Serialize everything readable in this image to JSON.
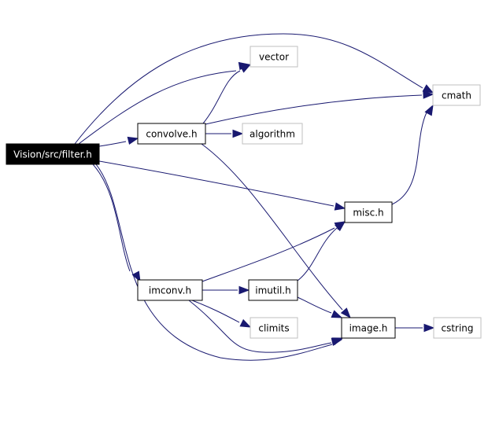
{
  "colors": {
    "edge": "#191970",
    "root_fill": "#000000",
    "root_text": "#ffffff",
    "node_border": "#000000",
    "external_border": "#bfbfbf",
    "text": "#000000"
  },
  "nodes": {
    "filter": {
      "label": "Vision/src/filter.h",
      "kind": "root"
    },
    "convolve": {
      "label": "convolve.h",
      "kind": "internal"
    },
    "vector": {
      "label": "vector",
      "kind": "external"
    },
    "cmath": {
      "label": "cmath",
      "kind": "external"
    },
    "algorithm": {
      "label": "algorithm",
      "kind": "external"
    },
    "misc": {
      "label": "misc.h",
      "kind": "internal"
    },
    "imconv": {
      "label": "imconv.h",
      "kind": "internal"
    },
    "imutil": {
      "label": "imutil.h",
      "kind": "internal"
    },
    "climits": {
      "label": "climits",
      "kind": "external"
    },
    "image": {
      "label": "image.h",
      "kind": "internal"
    },
    "cstring": {
      "label": "cstring",
      "kind": "external"
    }
  },
  "edges": [
    [
      "filter",
      "cmath"
    ],
    [
      "filter",
      "vector"
    ],
    [
      "filter",
      "convolve"
    ],
    [
      "filter",
      "misc"
    ],
    [
      "filter",
      "imconv"
    ],
    [
      "filter",
      "image"
    ],
    [
      "convolve",
      "vector"
    ],
    [
      "convolve",
      "cmath"
    ],
    [
      "convolve",
      "algorithm"
    ],
    [
      "convolve",
      "image"
    ],
    [
      "misc",
      "cmath"
    ],
    [
      "imconv",
      "misc"
    ],
    [
      "imconv",
      "imutil"
    ],
    [
      "imconv",
      "climits"
    ],
    [
      "imconv",
      "image"
    ],
    [
      "imutil",
      "misc"
    ],
    [
      "imutil",
      "image"
    ],
    [
      "image",
      "cstring"
    ]
  ]
}
